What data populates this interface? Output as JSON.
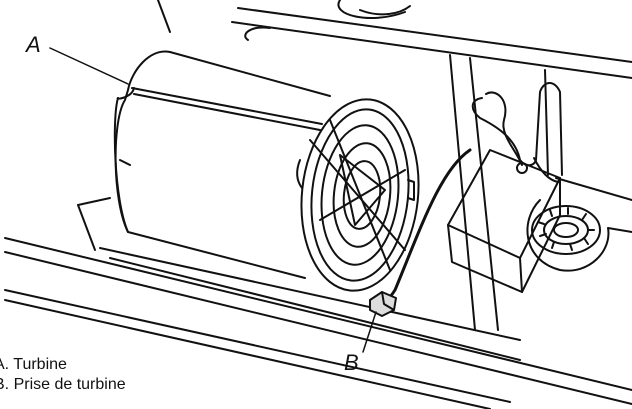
{
  "callouts": {
    "a": "A",
    "b": "B"
  },
  "legend": [
    "A. Turbine",
    "B. Prise de turbine"
  ]
}
